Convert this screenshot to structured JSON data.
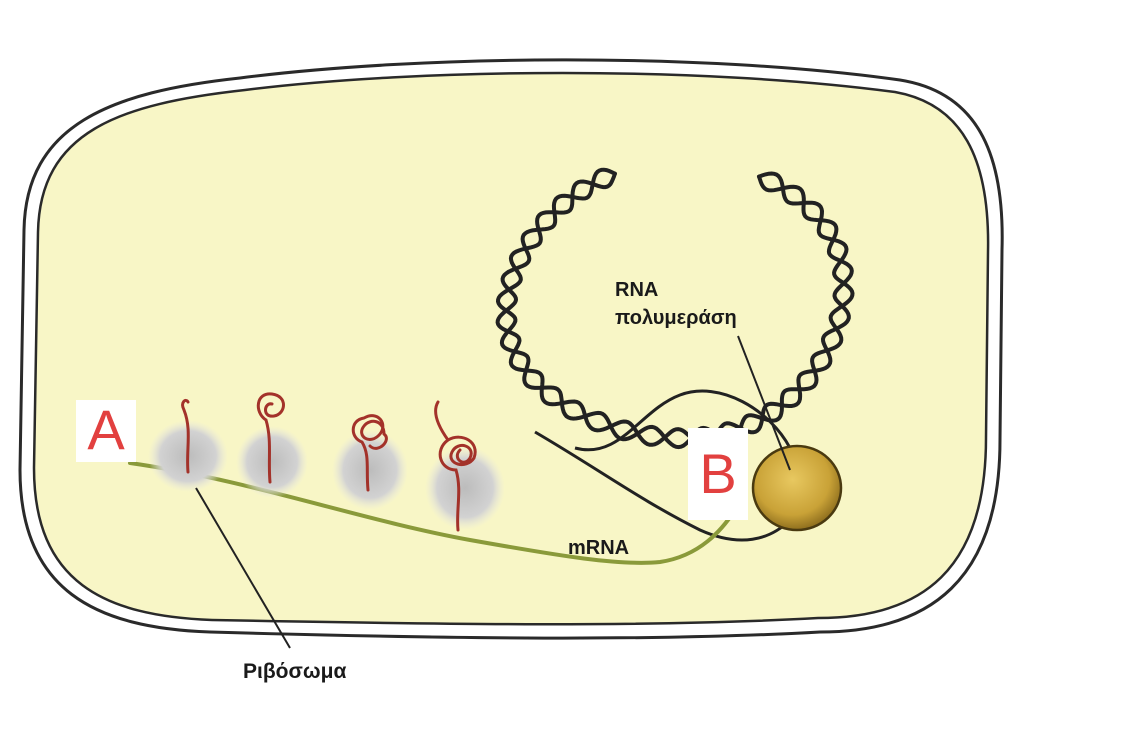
{
  "labels": {
    "rna_polymerase_line1": "RNA",
    "rna_polymerase_line2": "πολυμεράση",
    "mrna": "mRNA",
    "ribosome": "Ριβόσωμα"
  },
  "markers": {
    "a": "A",
    "b": "B"
  },
  "colors": {
    "cytoplasm": "#f8f6c6",
    "membrane": "#2a2a2a",
    "dna": "#222222",
    "mrna": "#8a9a3a",
    "polypeptide": "#a3322a",
    "ribosome": "#cfcfcf",
    "polymerase": "#d6b54a",
    "marker_text": "#e2403f"
  }
}
